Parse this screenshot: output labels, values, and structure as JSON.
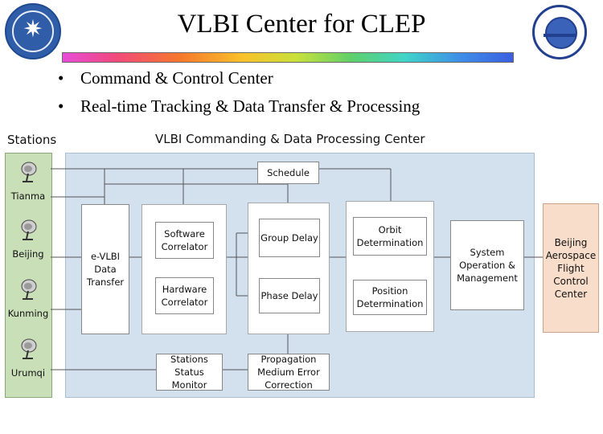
{
  "header": {
    "title": "VLBI Center for CLEP",
    "bullets": [
      "Command & Control Center",
      "Real-time Tracking & Data Transfer & Processing"
    ]
  },
  "diagram": {
    "stations_heading": "Stations",
    "center_heading": "VLBI Commanding & Data Processing Center",
    "stations": [
      "Tianma",
      "Beijing",
      "Kunming",
      "Urumqi"
    ],
    "boxes": {
      "schedule": "Schedule",
      "evlbi": "e-VLBI\nData\nTransfer",
      "software_correlator": "Software\nCorrelator",
      "hardware_correlator": "Hardware\nCorrelator",
      "group_delay": "Group Delay",
      "phase_delay": "Phase Delay",
      "orbit_determination": "Orbit\nDetermination",
      "position_determination": "Position\nDetermination",
      "system_operation": "System\nOperation &\nManagement",
      "beijing_center": "Beijing\nAerospace\nFlight\nControl\nCenter",
      "stations_status": "Stations\nStatus\nMonitor",
      "propagation": "Propagation\nMedium Error\nCorrection"
    }
  },
  "colors": {
    "stations_bg": "#c9dfb8",
    "center_bg": "#d3e0ee",
    "beijing_bg": "#f8ddca"
  }
}
